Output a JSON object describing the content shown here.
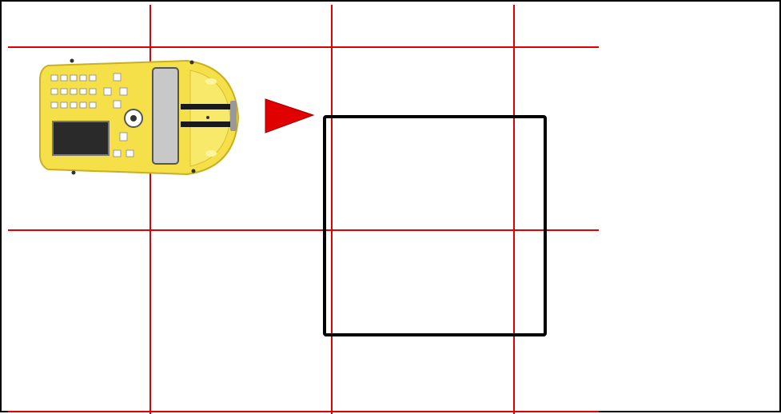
{
  "scene": {
    "grid": {
      "color": "#e00000",
      "columns": 3,
      "rows": 2
    },
    "robot": {
      "icon": "robot-car-icon",
      "heading": "right",
      "body_color": "#f5e04a",
      "screen_color": "#2a2a2a"
    },
    "direction_arrow": {
      "icon": "play-triangle-icon",
      "color": "#e00000",
      "points": "right"
    },
    "target_square": {
      "stroke_color": "#000000"
    }
  }
}
